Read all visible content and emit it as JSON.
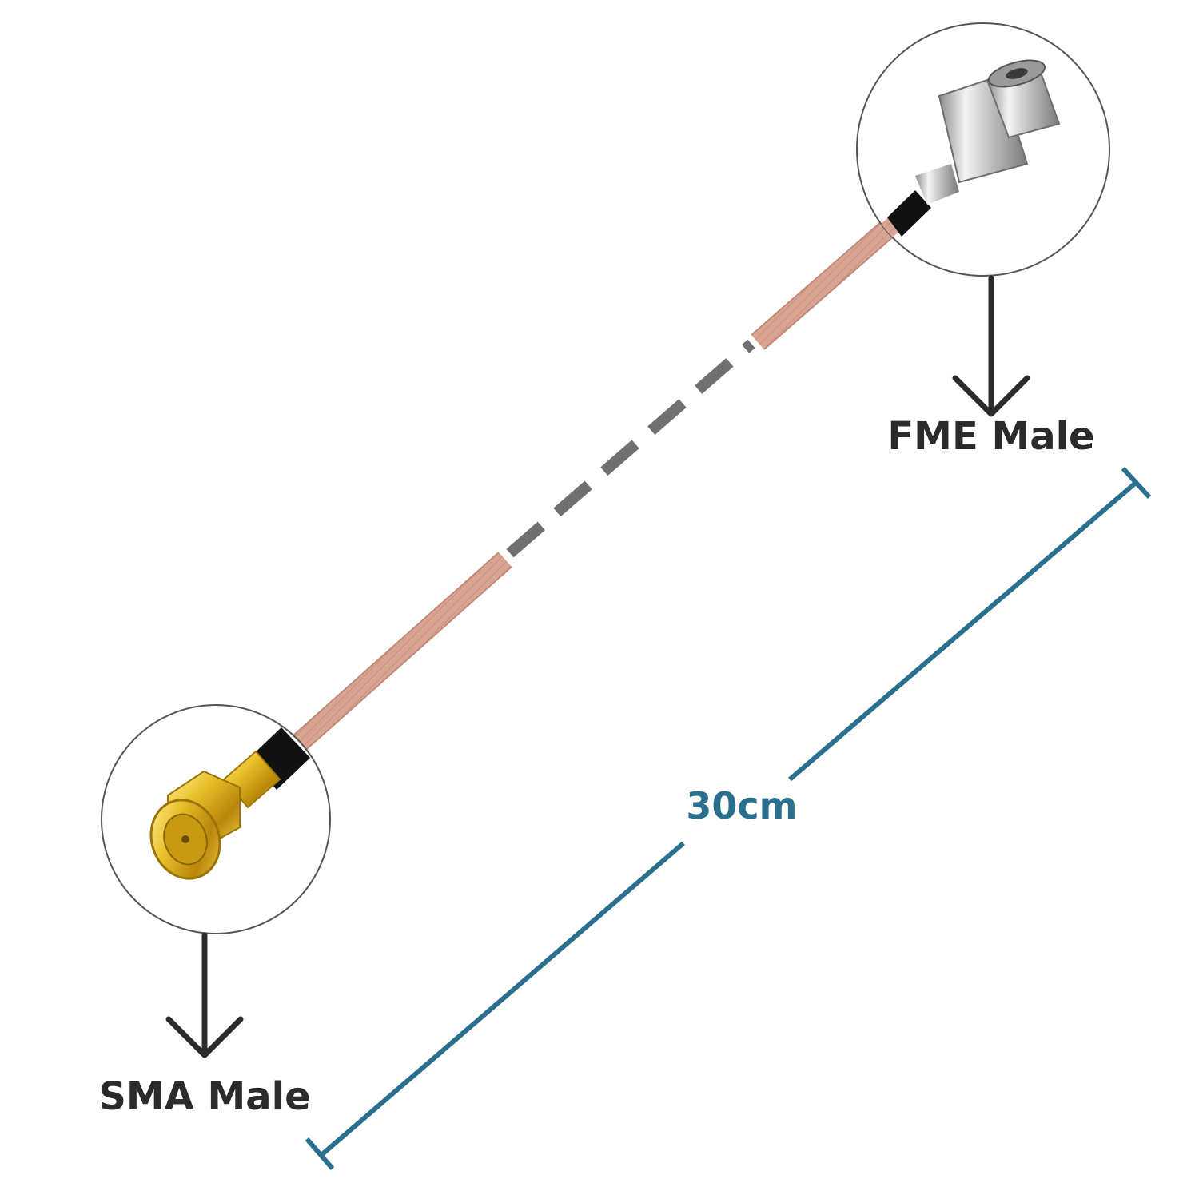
{
  "labels": {
    "sma_connector": "SMA Male",
    "fme_connector": "FME Male",
    "length": "30cm"
  },
  "colors": {
    "cable": "#d9a593",
    "cable_dark": "#c08a78",
    "dash": "#707070",
    "measure": "#2a6f8e",
    "label_text": "#2b2b2b",
    "sma_gold": "#e0b419",
    "fme_silver": "#c9c9c9",
    "boot": "#111111",
    "circle": "#555555",
    "arrow": "#2b2b2b"
  },
  "icons": [
    "sma-male-connector-icon",
    "fme-male-connector-icon",
    "down-arrow-icon"
  ]
}
